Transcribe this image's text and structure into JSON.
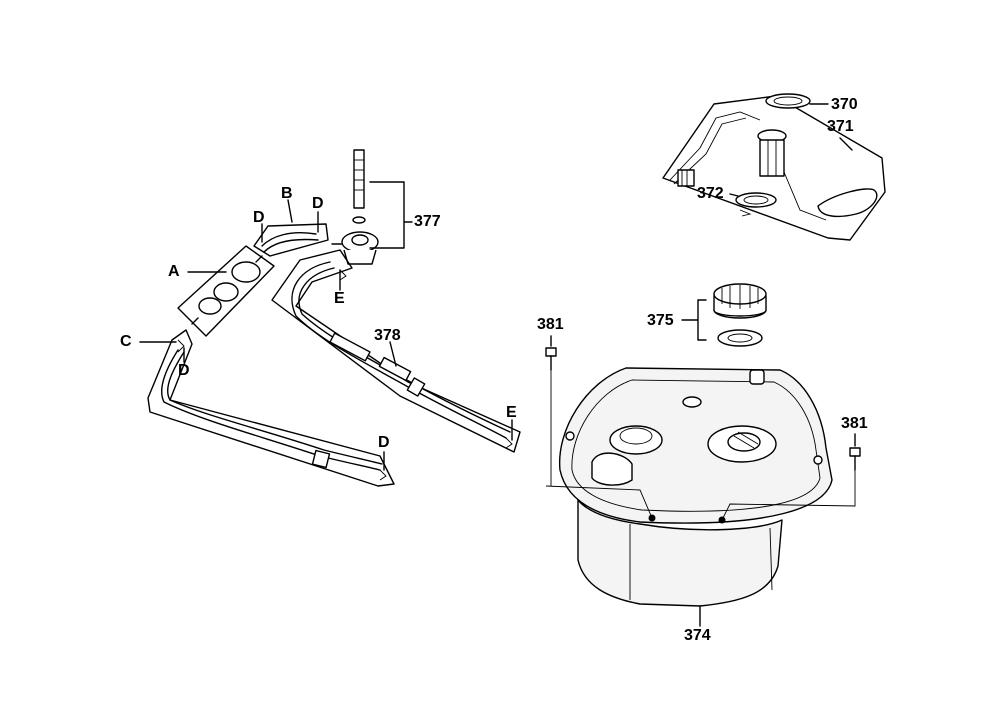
{
  "callouts": {
    "p370": "370",
    "p371": "371",
    "p372": "372",
    "p374": "374",
    "p375": "375",
    "p377": "377",
    "p378": "378",
    "p381_left": "381",
    "p381_right": "381",
    "a": "A",
    "b": "B",
    "c": "C",
    "d_top_left": "D",
    "d_top_right": "D",
    "d_left": "D",
    "d_bottom": "D",
    "e_top": "E",
    "e_right": "E"
  },
  "colors": {
    "line": "#000000",
    "background": "#ffffff"
  }
}
